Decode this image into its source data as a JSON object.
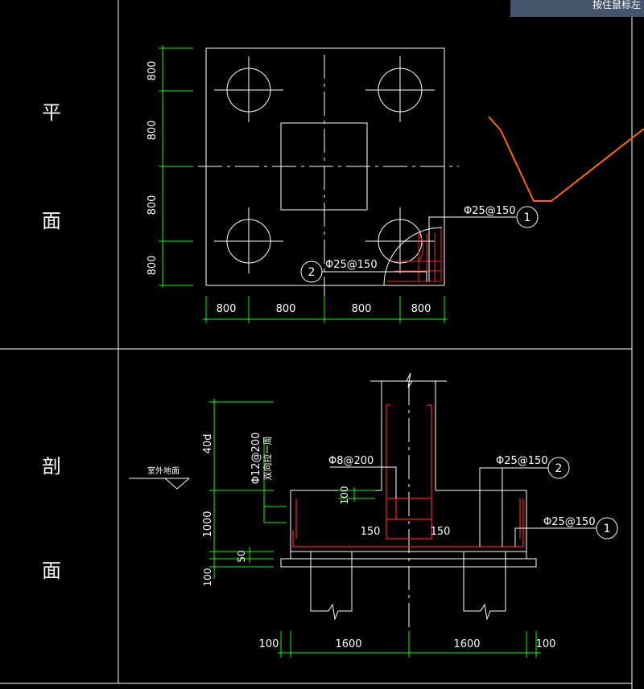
{
  "tooltip": "按住鼠标左",
  "side_labels": {
    "plan_top": "平",
    "plan_bottom": "面",
    "section_top": "剖",
    "section_bottom": "面"
  },
  "plan": {
    "dims_left": [
      "800",
      "800",
      "800",
      "800"
    ],
    "dims_bottom": [
      "800",
      "800",
      "800",
      "800"
    ],
    "rebar1_label": "Φ25@150",
    "rebar1_num": "1",
    "rebar2_label": "Φ25@150",
    "rebar2_num": "2"
  },
  "section": {
    "ground_label": "室外地面",
    "dim_40d": "40d",
    "stirrup_label": "Φ12@200",
    "stirrup_note": "双向拉一周",
    "beam_label": "Φ8@200",
    "dim_100_top": "100",
    "dim_150_left": "150",
    "dim_150_right": "150",
    "rebar2_label": "Φ25@150",
    "rebar2_num": "2",
    "rebar1_label": "Φ25@150",
    "rebar1_num": "1",
    "dim_1000": "1000",
    "dim_50": "50",
    "dim_100_left": "100",
    "dims_bottom": [
      "100",
      "1600",
      "1600",
      "100"
    ]
  },
  "colors": {
    "line": "#ffffff",
    "dimension": "#00ff00",
    "rebar": "#ff2020",
    "sketch": "#ff6a00",
    "tooltip_bg": "#44546a"
  }
}
